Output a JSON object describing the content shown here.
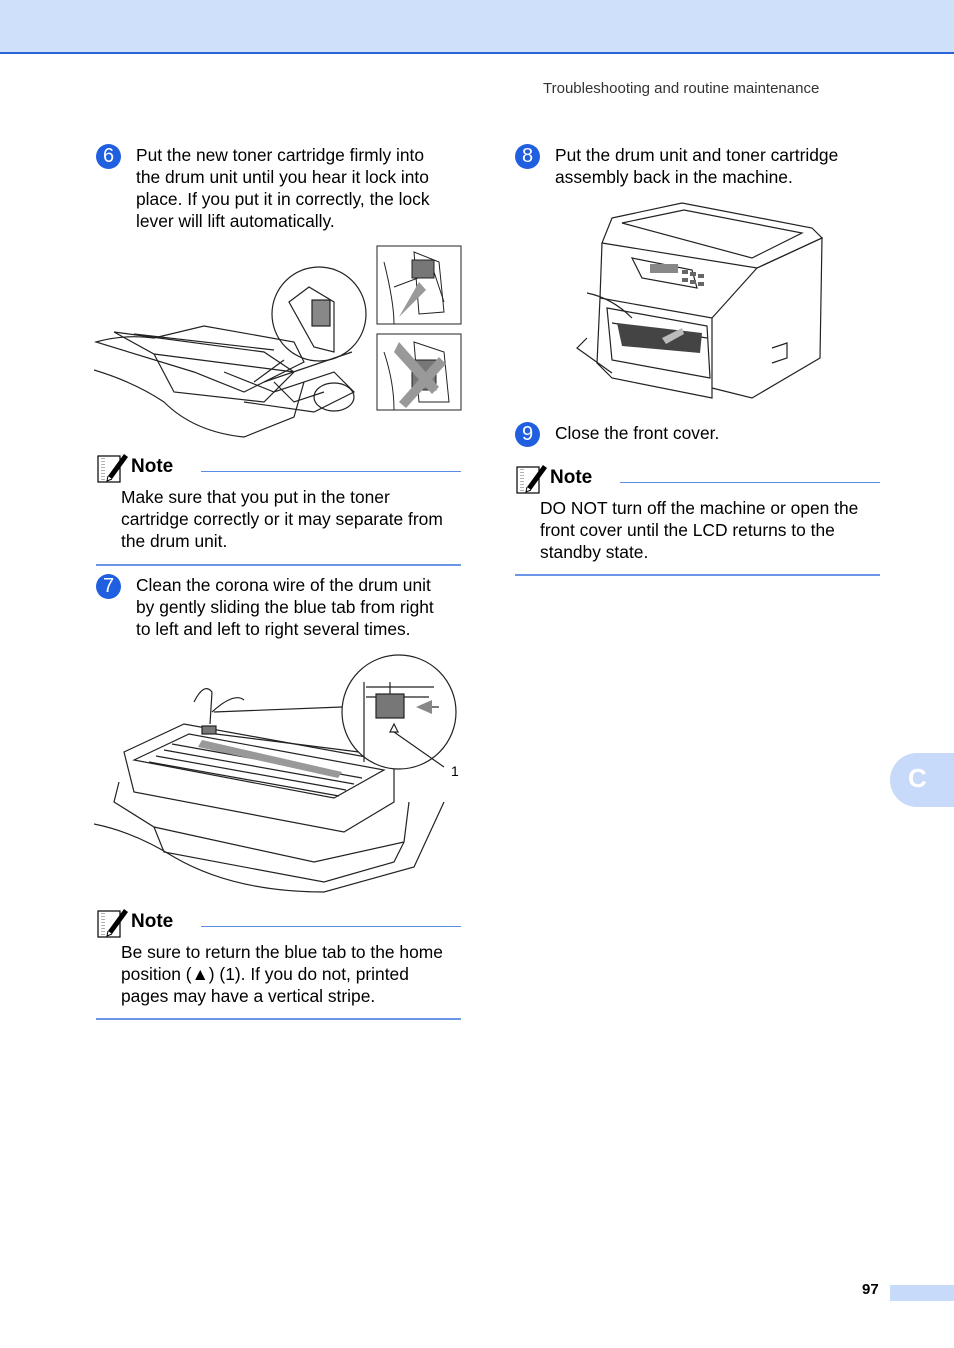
{
  "header": {
    "running_head": "Troubleshooting and routine maintenance"
  },
  "steps": [
    {
      "number": "6",
      "lines": [
        "Put the new toner cartridge firmly into",
        "the drum unit until you hear it lock into",
        "place. If you put it in correctly, the lock",
        "lever will lift automatically."
      ]
    },
    {
      "number": "7",
      "lines": [
        "Clean the corona wire of the drum unit",
        "by gently sliding the blue tab from right",
        "to left and left to right several times."
      ]
    },
    {
      "number": "8",
      "lines": [
        "Put the drum unit and toner cartridge",
        "assembly back in the machine."
      ]
    },
    {
      "number": "9",
      "lines": [
        "Close the front cover."
      ]
    }
  ],
  "notes": [
    {
      "title": "Note",
      "lines": [
        "Make sure that you put in the toner",
        "cartridge correctly or it may separate from",
        "the drum unit."
      ]
    },
    {
      "title": "Note",
      "lines": [
        "Be sure to return the blue tab to the home",
        "position (▲) (1). If you do not, printed",
        "pages may have a vertical stripe."
      ]
    },
    {
      "title": "Note",
      "lines": [
        "DO NOT turn off the machine or open the",
        "front cover until the LCD returns to the",
        "standby state."
      ]
    }
  ],
  "figures": {
    "corona_callout": "1"
  },
  "side_tab": {
    "label": "C"
  },
  "footer": {
    "page_number": "97"
  },
  "colors": {
    "accent": "#1f5fe0",
    "band": "#cfe0fb",
    "tab": "#c7dafa"
  }
}
